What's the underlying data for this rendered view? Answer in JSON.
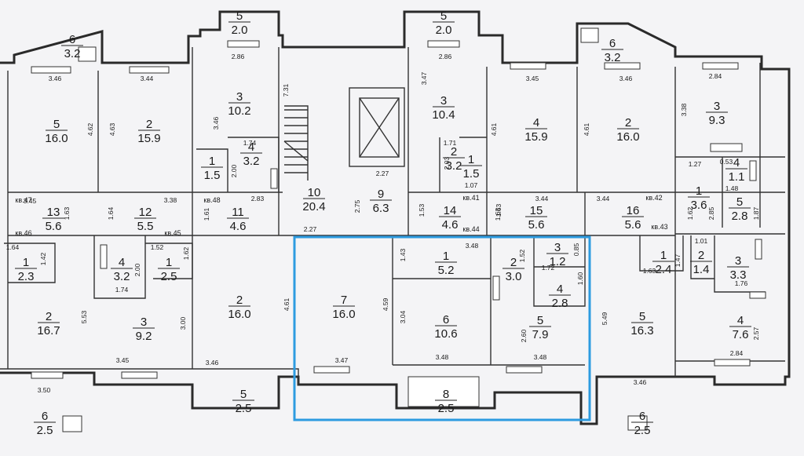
{
  "plan": {
    "highlight_color": "#2d9be0",
    "rooms": [
      {
        "id": "r01",
        "num": "6",
        "area": "3.2"
      },
      {
        "id": "r02",
        "num": "5",
        "area": "16.0"
      },
      {
        "id": "r03",
        "num": "2",
        "area": "15.9"
      },
      {
        "id": "r04",
        "num": "5",
        "area": "2.0"
      },
      {
        "id": "r05",
        "num": "3",
        "area": "10.2"
      },
      {
        "id": "r06",
        "num": "4",
        "area": "3.2"
      },
      {
        "id": "r07",
        "num": "1",
        "area": "1.5"
      },
      {
        "id": "r08",
        "num": "10",
        "area": "20.4"
      },
      {
        "id": "r09",
        "num": "9",
        "area": "6.3"
      },
      {
        "id": "r10",
        "num": "5",
        "area": "2.0"
      },
      {
        "id": "r11",
        "num": "3",
        "area": "10.4"
      },
      {
        "id": "r12",
        "num": "2",
        "area": "3.2"
      },
      {
        "id": "r13",
        "num": "1",
        "area": "1.5"
      },
      {
        "id": "r14",
        "num": "4",
        "area": "15.9"
      },
      {
        "id": "r15",
        "num": "6",
        "area": "3.2"
      },
      {
        "id": "r16",
        "num": "2",
        "area": "16.0"
      },
      {
        "id": "r17",
        "num": "3",
        "area": "9.3"
      },
      {
        "id": "r18",
        "num": "4",
        "area": "1.1"
      },
      {
        "id": "r19",
        "num": "1",
        "area": "3.6"
      },
      {
        "id": "r20",
        "num": "5",
        "area": "2.8"
      },
      {
        "id": "r21",
        "num": "13",
        "area": "5.6"
      },
      {
        "id": "r22",
        "num": "12",
        "area": "5.5"
      },
      {
        "id": "r23",
        "num": "11",
        "area": "4.6"
      },
      {
        "id": "r24",
        "num": "14",
        "area": "4.6"
      },
      {
        "id": "r25",
        "num": "15",
        "area": "5.6"
      },
      {
        "id": "r26",
        "num": "16",
        "area": "5.6"
      },
      {
        "id": "r27",
        "num": "1",
        "area": "2.3"
      },
      {
        "id": "r28",
        "num": "4",
        "area": "3.2"
      },
      {
        "id": "r29",
        "num": "1",
        "area": "2.5"
      },
      {
        "id": "r30",
        "num": "2",
        "area": "16.0"
      },
      {
        "id": "r31",
        "num": "7",
        "area": "16.0"
      },
      {
        "id": "r32",
        "num": "1",
        "area": "5.2"
      },
      {
        "id": "r33",
        "num": "2",
        "area": "3.0"
      },
      {
        "id": "r34",
        "num": "3",
        "area": "1.2"
      },
      {
        "id": "r35",
        "num": "4",
        "area": "2.8"
      },
      {
        "id": "r36",
        "num": "6",
        "area": "10.6"
      },
      {
        "id": "r37",
        "num": "5",
        "area": "7.9"
      },
      {
        "id": "r38",
        "num": "1",
        "area": "2.4"
      },
      {
        "id": "r39",
        "num": "2",
        "area": "1.4"
      },
      {
        "id": "r40",
        "num": "3",
        "area": "3.3"
      },
      {
        "id": "r41",
        "num": "2",
        "area": "16.7"
      },
      {
        "id": "r42",
        "num": "3",
        "area": "9.2"
      },
      {
        "id": "r43",
        "num": "5",
        "area": "16.3"
      },
      {
        "id": "r44",
        "num": "4",
        "area": "7.6"
      },
      {
        "id": "r45",
        "num": "5",
        "area": "2.5"
      },
      {
        "id": "r46",
        "num": "8",
        "area": "2.5"
      },
      {
        "id": "r47",
        "num": "6",
        "area": "2.5"
      },
      {
        "id": "r48",
        "num": "6",
        "area": "2.5"
      }
    ],
    "apartment_labels": [
      {
        "id": "k1",
        "text": "кв.47"
      },
      {
        "id": "k2",
        "text": "кв.46"
      },
      {
        "id": "k3",
        "text": "кв.48"
      },
      {
        "id": "k4",
        "text": "кв.45"
      },
      {
        "id": "k5",
        "text": "кв.41"
      },
      {
        "id": "k6",
        "text": "кв.44"
      },
      {
        "id": "k7",
        "text": "кв.42"
      },
      {
        "id": "k8",
        "text": "кв.43"
      }
    ],
    "dimensions": [
      {
        "id": "d01",
        "text": "3.46"
      },
      {
        "id": "d02",
        "text": "3.44"
      },
      {
        "id": "d03",
        "text": "2.86"
      },
      {
        "id": "d04",
        "text": "7.31"
      },
      {
        "id": "d05",
        "text": "2.86"
      },
      {
        "id": "d06",
        "text": "3.45"
      },
      {
        "id": "d07",
        "text": "3.46"
      },
      {
        "id": "d08",
        "text": "2.84"
      },
      {
        "id": "d09",
        "text": "4.62"
      },
      {
        "id": "d10",
        "text": "4.63"
      },
      {
        "id": "d11",
        "text": "3.46"
      },
      {
        "id": "d12",
        "text": "1.74"
      },
      {
        "id": "d13",
        "text": "3.47"
      },
      {
        "id": "d14",
        "text": "4.61"
      },
      {
        "id": "d15",
        "text": "4.61"
      },
      {
        "id": "d16",
        "text": "3.38"
      },
      {
        "id": "d17",
        "text": "2.27"
      },
      {
        "id": "d18",
        "text": "1.71"
      },
      {
        "id": "d19",
        "text": "2.00"
      },
      {
        "id": "d20",
        "text": "2.03"
      },
      {
        "id": "d21",
        "text": "1.27"
      },
      {
        "id": "d22",
        "text": "0.53"
      },
      {
        "id": "d23",
        "text": "1.48"
      },
      {
        "id": "d24",
        "text": "3.45"
      },
      {
        "id": "d25",
        "text": "3.38"
      },
      {
        "id": "d26",
        "text": "2.83"
      },
      {
        "id": "d27",
        "text": "2.75"
      },
      {
        "id": "d28",
        "text": "1.07"
      },
      {
        "id": "d29",
        "text": "3.44"
      },
      {
        "id": "d30",
        "text": "3.44"
      },
      {
        "id": "d31",
        "text": "1.63"
      },
      {
        "id": "d32",
        "text": "1.64"
      },
      {
        "id": "d33",
        "text": "1.61"
      },
      {
        "id": "d34",
        "text": "1.63"
      },
      {
        "id": "d35",
        "text": "1.62"
      },
      {
        "id": "d36",
        "text": "2.85"
      },
      {
        "id": "d37",
        "text": "1.87"
      },
      {
        "id": "d38",
        "text": "2.27"
      },
      {
        "id": "d39",
        "text": "1.64"
      },
      {
        "id": "d40",
        "text": "1.52"
      },
      {
        "id": "d41",
        "text": "1.62"
      },
      {
        "id": "d42",
        "text": "1.42"
      },
      {
        "id": "d43",
        "text": "2.00"
      },
      {
        "id": "d44",
        "text": "1.74"
      },
      {
        "id": "d45",
        "text": "3.48"
      },
      {
        "id": "d46",
        "text": "1.52"
      },
      {
        "id": "d47",
        "text": "0.85"
      },
      {
        "id": "d48",
        "text": "1.72"
      },
      {
        "id": "d49",
        "text": "1.60"
      },
      {
        "id": "d50",
        "text": "1.01"
      },
      {
        "id": "d51",
        "text": "1.63"
      },
      {
        "id": "d52",
        "text": "1.47"
      },
      {
        "id": "d53",
        "text": "1.76"
      },
      {
        "id": "d54",
        "text": "5.53"
      },
      {
        "id": "d55",
        "text": "3.00"
      },
      {
        "id": "d56",
        "text": "4.61"
      },
      {
        "id": "d57",
        "text": "4.59"
      },
      {
        "id": "d58",
        "text": "3.04"
      },
      {
        "id": "d59",
        "text": "2.60"
      },
      {
        "id": "d60",
        "text": "5.49"
      },
      {
        "id": "d61",
        "text": "2.57"
      },
      {
        "id": "d62",
        "text": "3.45"
      },
      {
        "id": "d63",
        "text": "3.46"
      },
      {
        "id": "d64",
        "text": "3.47"
      },
      {
        "id": "d65",
        "text": "3.48"
      },
      {
        "id": "d66",
        "text": "3.48"
      },
      {
        "id": "d67",
        "text": "2.84"
      },
      {
        "id": "d68",
        "text": "3.50"
      },
      {
        "id": "d69",
        "text": "3.46"
      },
      {
        "id": "d70",
        "text": "1.43"
      },
      {
        "id": "d71",
        "text": "1.53"
      },
      {
        "id": "d72",
        "text": "1.63"
      }
    ]
  }
}
